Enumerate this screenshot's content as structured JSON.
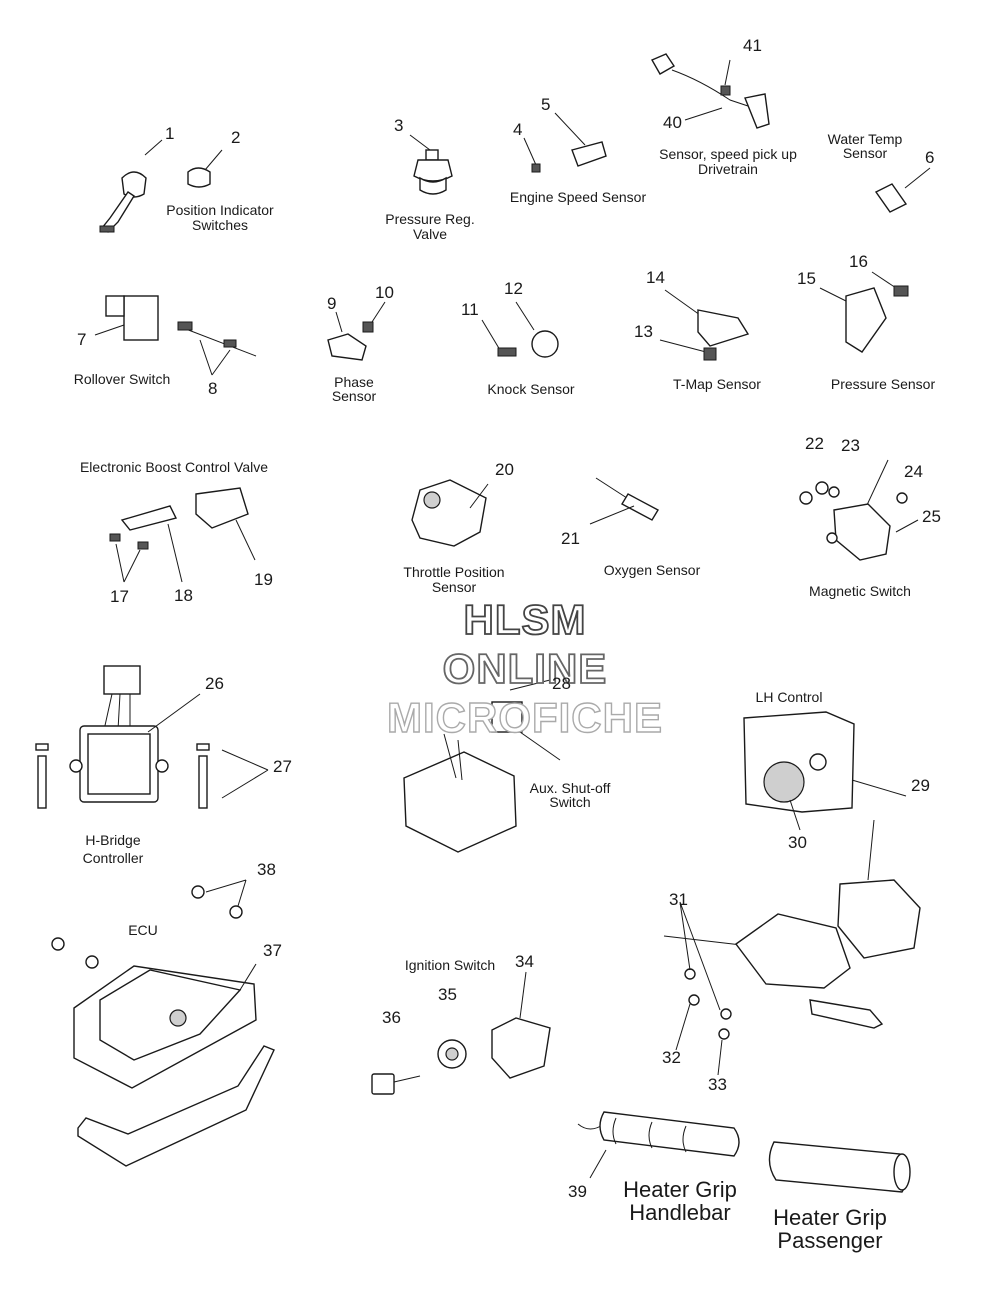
{
  "watermark": {
    "line1": "HLSM",
    "line2": "ONLINE",
    "line3": "MICROFICHE"
  },
  "labels": {
    "position_indicator": "Position Indicator\nSwitches",
    "pressure_reg": "Pressure Reg.\nValve",
    "engine_speed": "Engine Speed Sensor",
    "speed_pickup": "Sensor, speed pick up\nDrivetrain",
    "water_temp": "Water Temp\nSensor",
    "rollover": "Rollover Switch",
    "phase": "Phase\nSensor",
    "knock": "Knock Sensor",
    "tmap": "T-Map Sensor",
    "pressure_sensor": "Pressure Sensor",
    "boost_valve": "Electronic Boost Control Valve",
    "throttle_position": "Throttle Position\nSensor",
    "oxygen": "Oxygen Sensor",
    "magnetic_switch": "Magnetic Switch",
    "lh_control": "LH Control",
    "aux_shutoff": "Aux. Shut-off\nSwitch",
    "hbridge": "H-Bridge\nController",
    "ecu": "ECU",
    "ignition": "Ignition Switch",
    "heater_handlebar": "Heater Grip\nHandlebar",
    "heater_passenger": "Heater Grip\nPassenger"
  },
  "callouts": [
    "1",
    "2",
    "3",
    "4",
    "5",
    "6",
    "7",
    "8",
    "9",
    "10",
    "11",
    "12",
    "13",
    "14",
    "15",
    "16",
    "17",
    "18",
    "19",
    "20",
    "21",
    "22",
    "23",
    "24",
    "25",
    "26",
    "27",
    "28",
    "29",
    "30",
    "31",
    "32",
    "33",
    "34",
    "35",
    "36",
    "37",
    "38",
    "39",
    "40",
    "41"
  ]
}
